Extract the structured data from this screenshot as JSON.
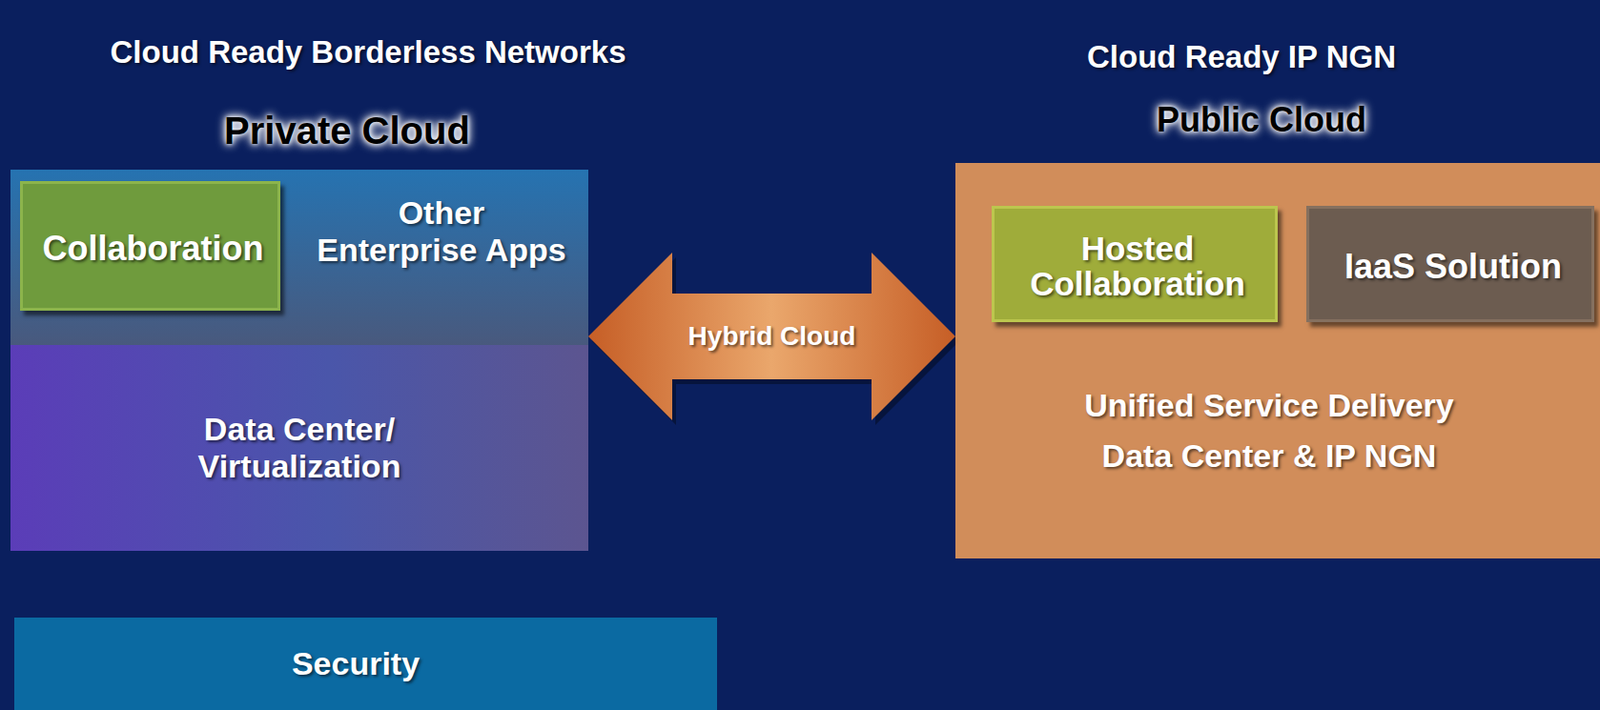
{
  "diagram": {
    "nodes": [
      {
        "text": [
          "Cloud Ready Borderless Networks"
        ]
      },
      {
        "text": [
          "Private Cloud"
        ],
        "in": 0
      },
      {
        "text": [
          "Other Enterprise Apps"
        ],
        "in": 1
      },
      {
        "text": [
          "Collaboration"
        ],
        "in": 2
      },
      {
        "text": [
          "Data Center/ Virtualization"
        ],
        "in": 1
      },
      {
        "text": [
          "Security"
        ],
        "in": 0
      },
      {
        "text": [
          "Cloud Ready IP NGN"
        ]
      },
      {
        "text": [
          "Public Cloud",
          "Unified Service Delivery Data Center & IP NGN"
        ],
        "in": 6
      },
      {
        "text": [
          "Hosted Collaboration"
        ],
        "in": 7
      },
      {
        "text": [
          "IaaS Solution"
        ],
        "in": 7
      }
    ],
    "edges": [
      {
        "from": 1,
        "to": 7,
        "arrow": "both",
        "label": "Hybrid Cloud"
      }
    ]
  }
}
